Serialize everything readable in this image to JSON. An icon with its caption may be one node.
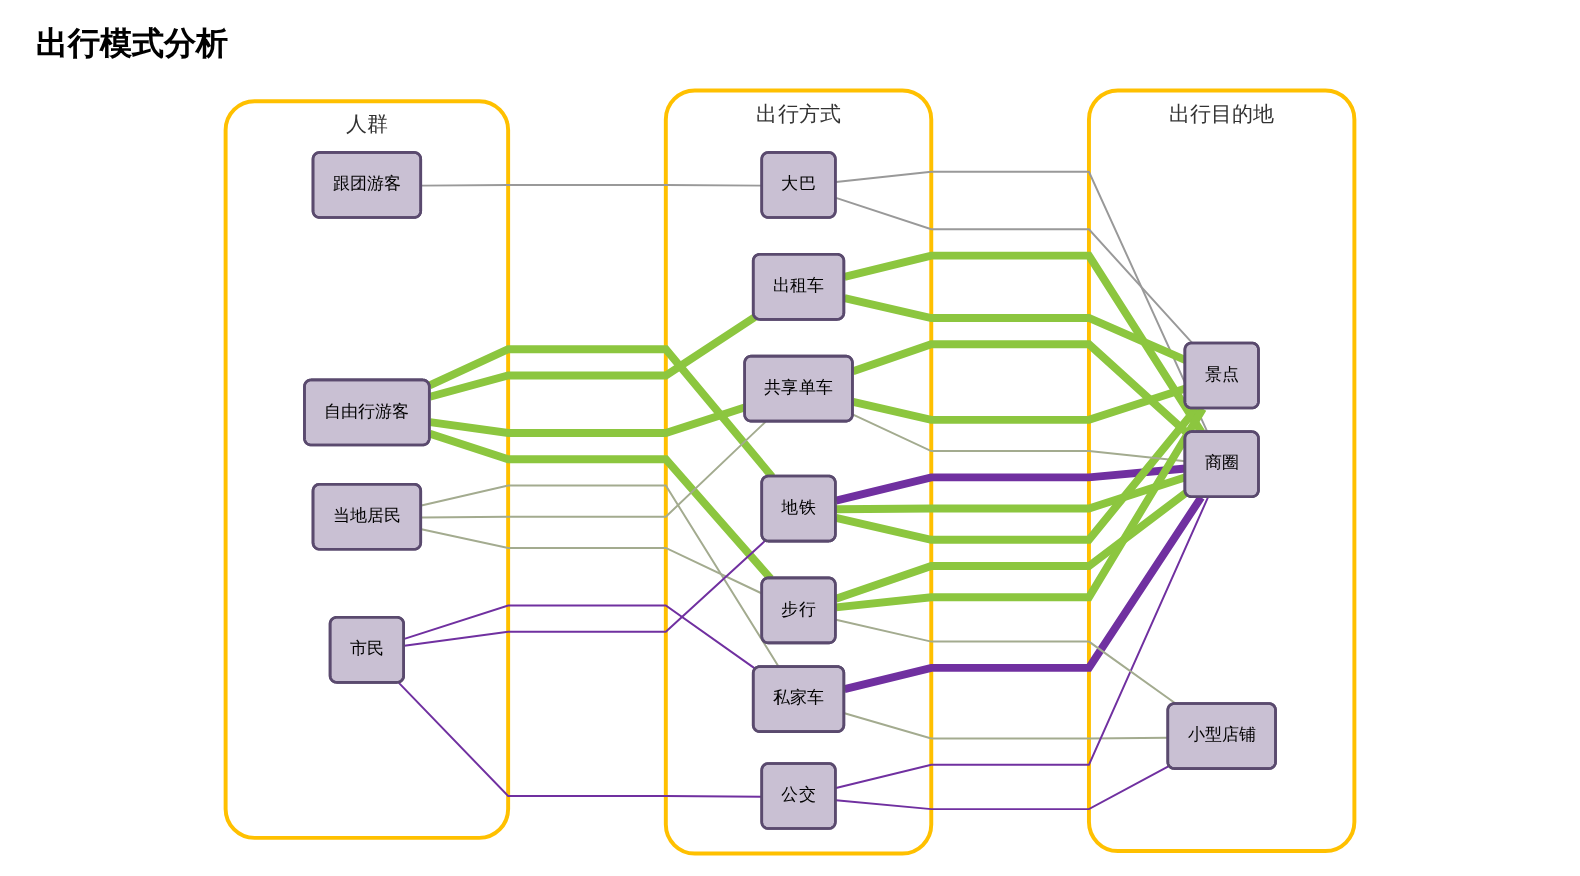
{
  "diagram": {
    "title": "出行模式分析",
    "nodes": [
      {
        "text": [
          "人群"
        ]
      },
      {
        "text": [
          "跟团游客"
        ],
        "in": 0
      },
      {
        "text": [
          "自由行游客"
        ],
        "in": 0
      },
      {
        "text": [
          "当地居民"
        ],
        "in": 0
      },
      {
        "text": [
          "市民"
        ],
        "in": 0
      },
      {
        "text": [
          "出行方式"
        ]
      },
      {
        "text": [
          "大巴"
        ],
        "in": 5
      },
      {
        "text": [
          "私家车"
        ],
        "in": 5
      },
      {
        "text": [
          "地铁"
        ],
        "in": 5
      },
      {
        "text": [
          "公交"
        ],
        "in": 5
      },
      {
        "text": [
          "出租车"
        ],
        "in": 5
      },
      {
        "text": [
          "共享单车"
        ],
        "in": 5
      },
      {
        "text": [
          "步行"
        ],
        "in": 5
      },
      {
        "text": [
          "出行目的地"
        ]
      },
      {
        "text": [
          "商圈"
        ],
        "in": 13
      },
      {
        "text": [
          "景点"
        ],
        "in": 13
      },
      {
        "text": [
          "小型店铺"
        ],
        "in": 13
      }
    ],
    "edges": [
      {
        "from": 1,
        "to": 6,
        "arrow": "none",
        "color": "#999999"
      },
      {
        "from": 2,
        "to": 8,
        "arrow": "none",
        "style": "thick",
        "color": "#8cc63f"
      },
      {
        "from": 2,
        "to": 10,
        "arrow": "none",
        "style": "thick",
        "color": "#8cc63f"
      },
      {
        "from": 2,
        "to": 11,
        "arrow": "none",
        "style": "thick",
        "color": "#8cc63f"
      },
      {
        "from": 2,
        "to": 12,
        "arrow": "none",
        "style": "thick",
        "color": "#8cc63f"
      },
      {
        "from": 3,
        "to": 7,
        "arrow": "none",
        "color": "#a3ab8f"
      },
      {
        "from": 3,
        "to": 11,
        "arrow": "none",
        "color": "#a3ab8f"
      },
      {
        "from": 3,
        "to": 12,
        "arrow": "none",
        "color": "#a3ab8f"
      },
      {
        "from": 4,
        "to": 7,
        "arrow": "none",
        "color": "#7030a0"
      },
      {
        "from": 4,
        "to": 8,
        "arrow": "none",
        "color": "#7030a0"
      },
      {
        "from": 4,
        "to": 9,
        "arrow": "none",
        "color": "#7030a0"
      },
      {
        "from": 6,
        "to": 14,
        "arrow": "none",
        "color": "#999999"
      },
      {
        "from": 6,
        "to": 15,
        "arrow": "none",
        "color": "#999999"
      },
      {
        "from": 7,
        "to": 14,
        "arrow": "none",
        "style": "thick",
        "color": "#7030a0"
      },
      {
        "from": 7,
        "to": 16,
        "arrow": "none",
        "color": "#a3ab8f"
      },
      {
        "from": 8,
        "to": 14,
        "arrow": "none",
        "style": "thick",
        "color": "#7030a0"
      },
      {
        "from": 8,
        "to": 14,
        "arrow": "none",
        "style": "thick",
        "color": "#8cc63f"
      },
      {
        "from": 8,
        "to": 15,
        "arrow": "none",
        "style": "thick",
        "color": "#8cc63f"
      },
      {
        "from": 9,
        "to": 14,
        "arrow": "none",
        "color": "#7030a0"
      },
      {
        "from": 9,
        "to": 16,
        "arrow": "none",
        "color": "#7030a0"
      },
      {
        "from": 10,
        "to": 14,
        "arrow": "none",
        "style": "thick",
        "color": "#8cc63f"
      },
      {
        "from": 10,
        "to": 15,
        "arrow": "none",
        "style": "thick",
        "color": "#8cc63f"
      },
      {
        "from": 11,
        "to": 14,
        "arrow": "none",
        "style": "thick",
        "color": "#8cc63f"
      },
      {
        "from": 11,
        "to": 15,
        "arrow": "none",
        "style": "thick",
        "color": "#8cc63f"
      },
      {
        "from": 11,
        "to": 14,
        "arrow": "none",
        "color": "#a3ab8f"
      },
      {
        "from": 12,
        "to": 14,
        "arrow": "none",
        "style": "thick",
        "color": "#8cc63f"
      },
      {
        "from": 12,
        "to": 15,
        "arrow": "none",
        "style": "thick",
        "color": "#8cc63f"
      },
      {
        "from": 12,
        "to": 16,
        "arrow": "none",
        "color": "#a3ab8f"
      }
    ]
  }
}
